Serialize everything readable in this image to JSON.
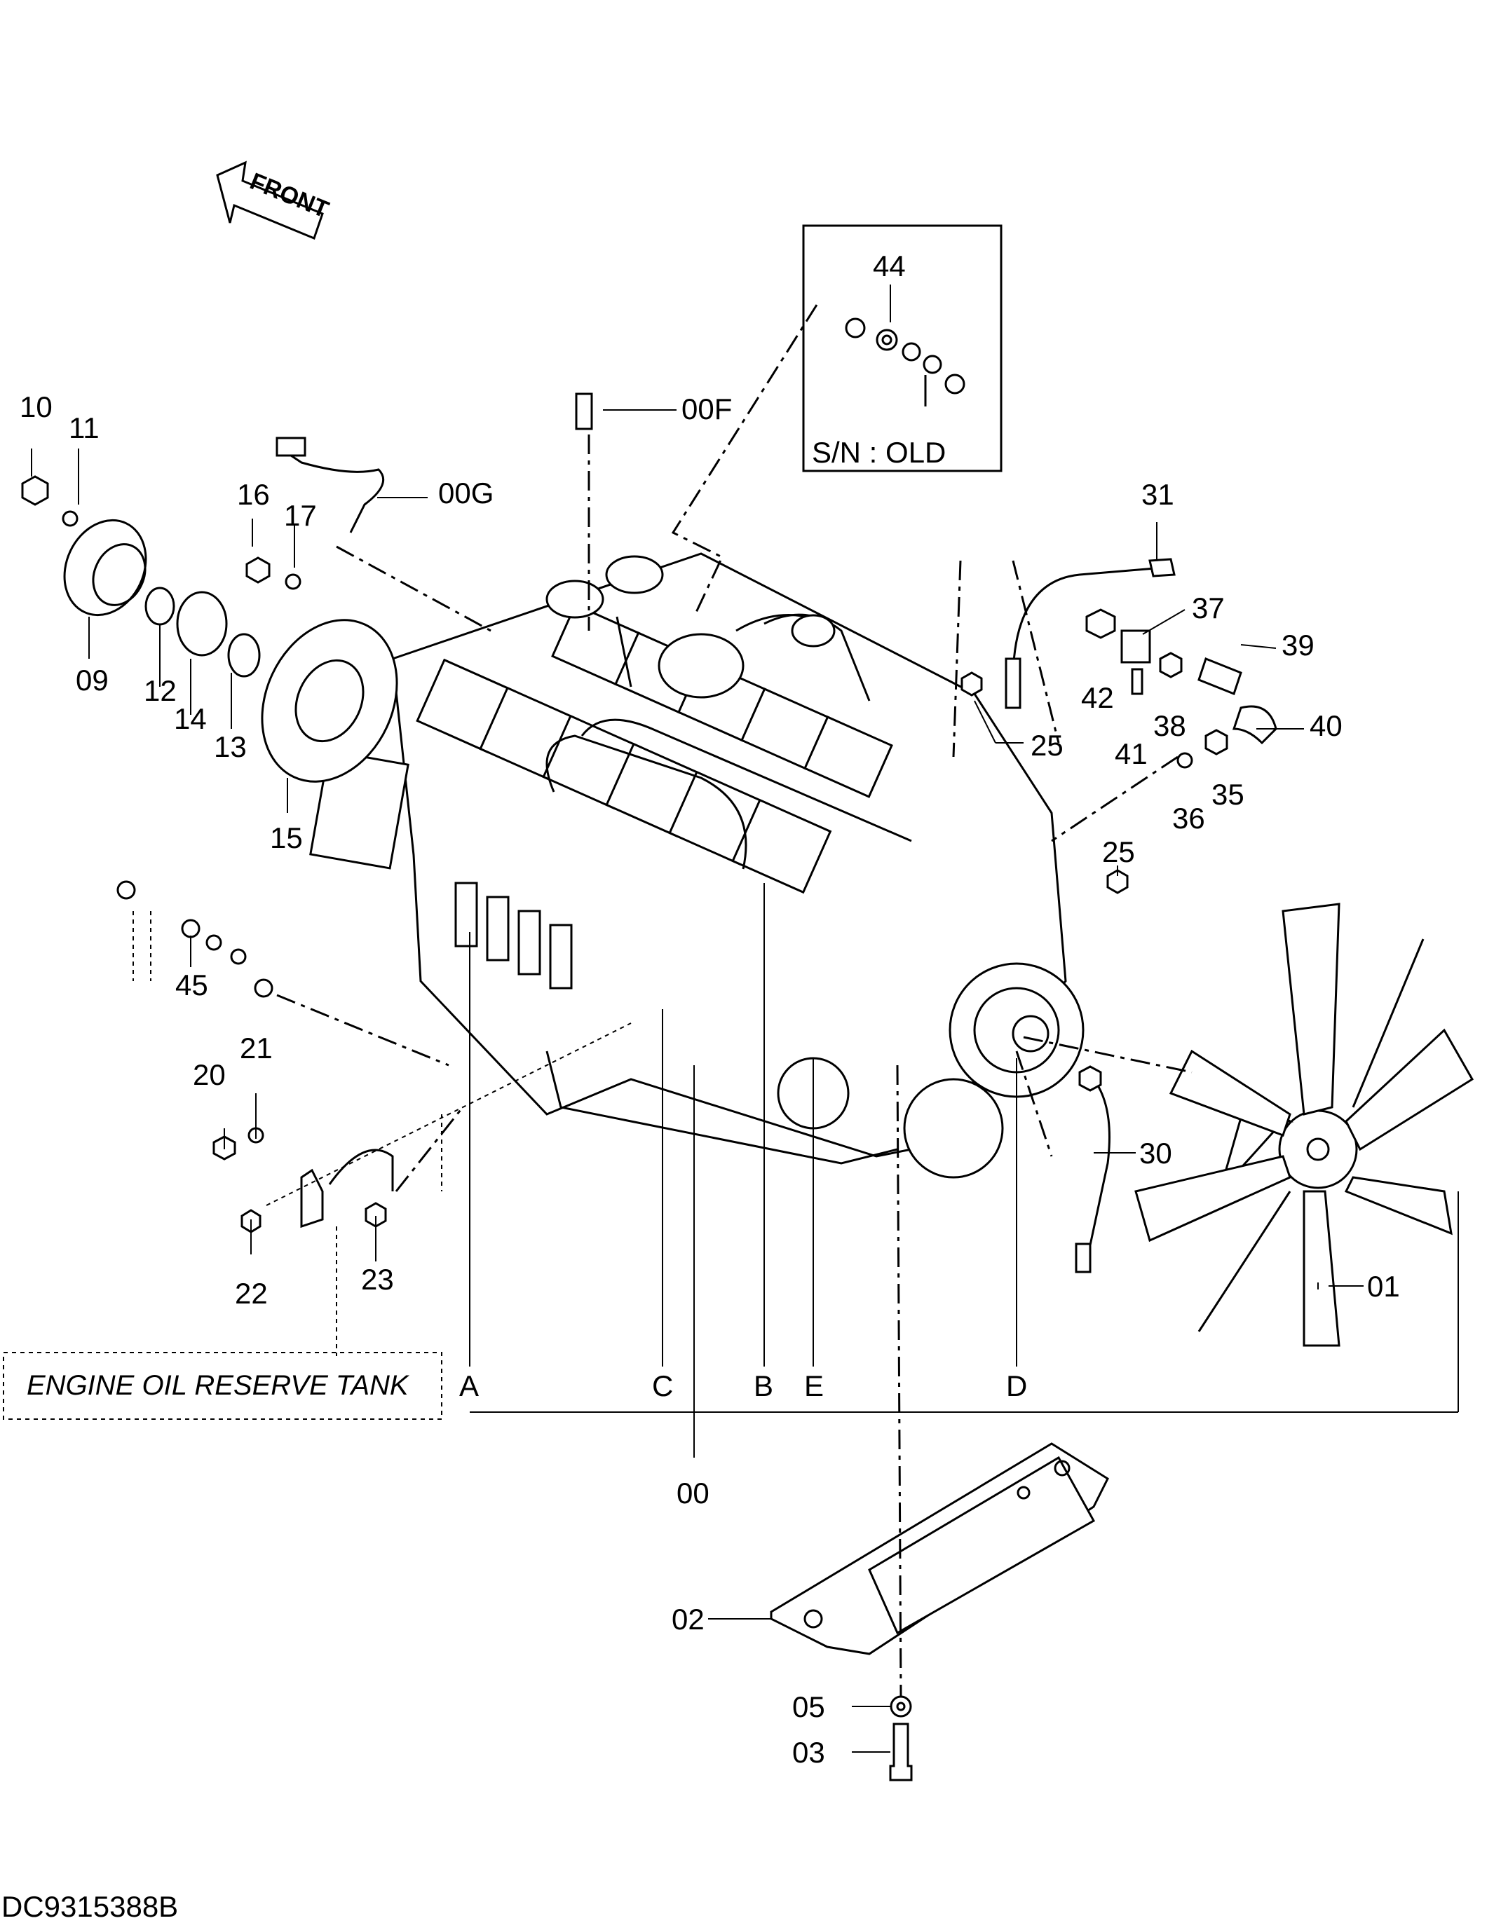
{
  "front_arrow": "FRONT",
  "inset_label": "S/N : OLD",
  "tank_label": "ENGINE OIL RESERVE TANK",
  "drawing_code": "DC9315388B",
  "letters": [
    "A",
    "C",
    "B",
    "E",
    "D"
  ],
  "parts": {
    "p00": "00",
    "p00F": "00F",
    "p00G": "00G",
    "p01": "01",
    "p02": "02",
    "p03": "03",
    "p05": "05",
    "p09": "09",
    "p10": "10",
    "p11": "11",
    "p12": "12",
    "p13": "13",
    "p14": "14",
    "p15": "15",
    "p16": "16",
    "p17": "17",
    "p20": "20",
    "p21": "21",
    "p22": "22",
    "p23": "23",
    "p25a": "25",
    "p25b": "25",
    "p30": "30",
    "p31": "31",
    "p35": "35",
    "p36": "36",
    "p37": "37",
    "p38": "38",
    "p39": "39",
    "p40": "40",
    "p41": "41",
    "p42": "42",
    "p44": "44",
    "p45": "45"
  }
}
